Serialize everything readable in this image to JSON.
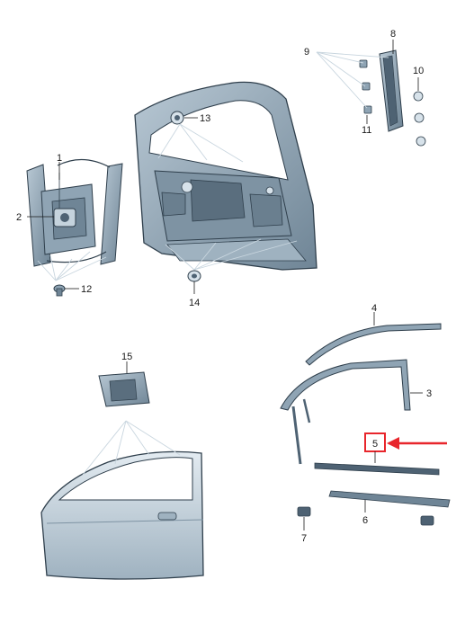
{
  "labels": {
    "p1": "1",
    "p2": "2",
    "p3": "3",
    "p4": "4",
    "p5": "5",
    "p6": "6",
    "p7": "7",
    "p8": "8",
    "p9": "9",
    "p10": "10",
    "p11": "11",
    "p12": "12",
    "p13": "13",
    "p14": "14",
    "p15": "15"
  },
  "colors": {
    "metal": "#8fa4b4",
    "metal_dark": "#4e6273",
    "outline": "#2f3f4c",
    "highlight": "#d7e2ea",
    "leader": "#c9d6df",
    "callout": "#e8262c"
  }
}
